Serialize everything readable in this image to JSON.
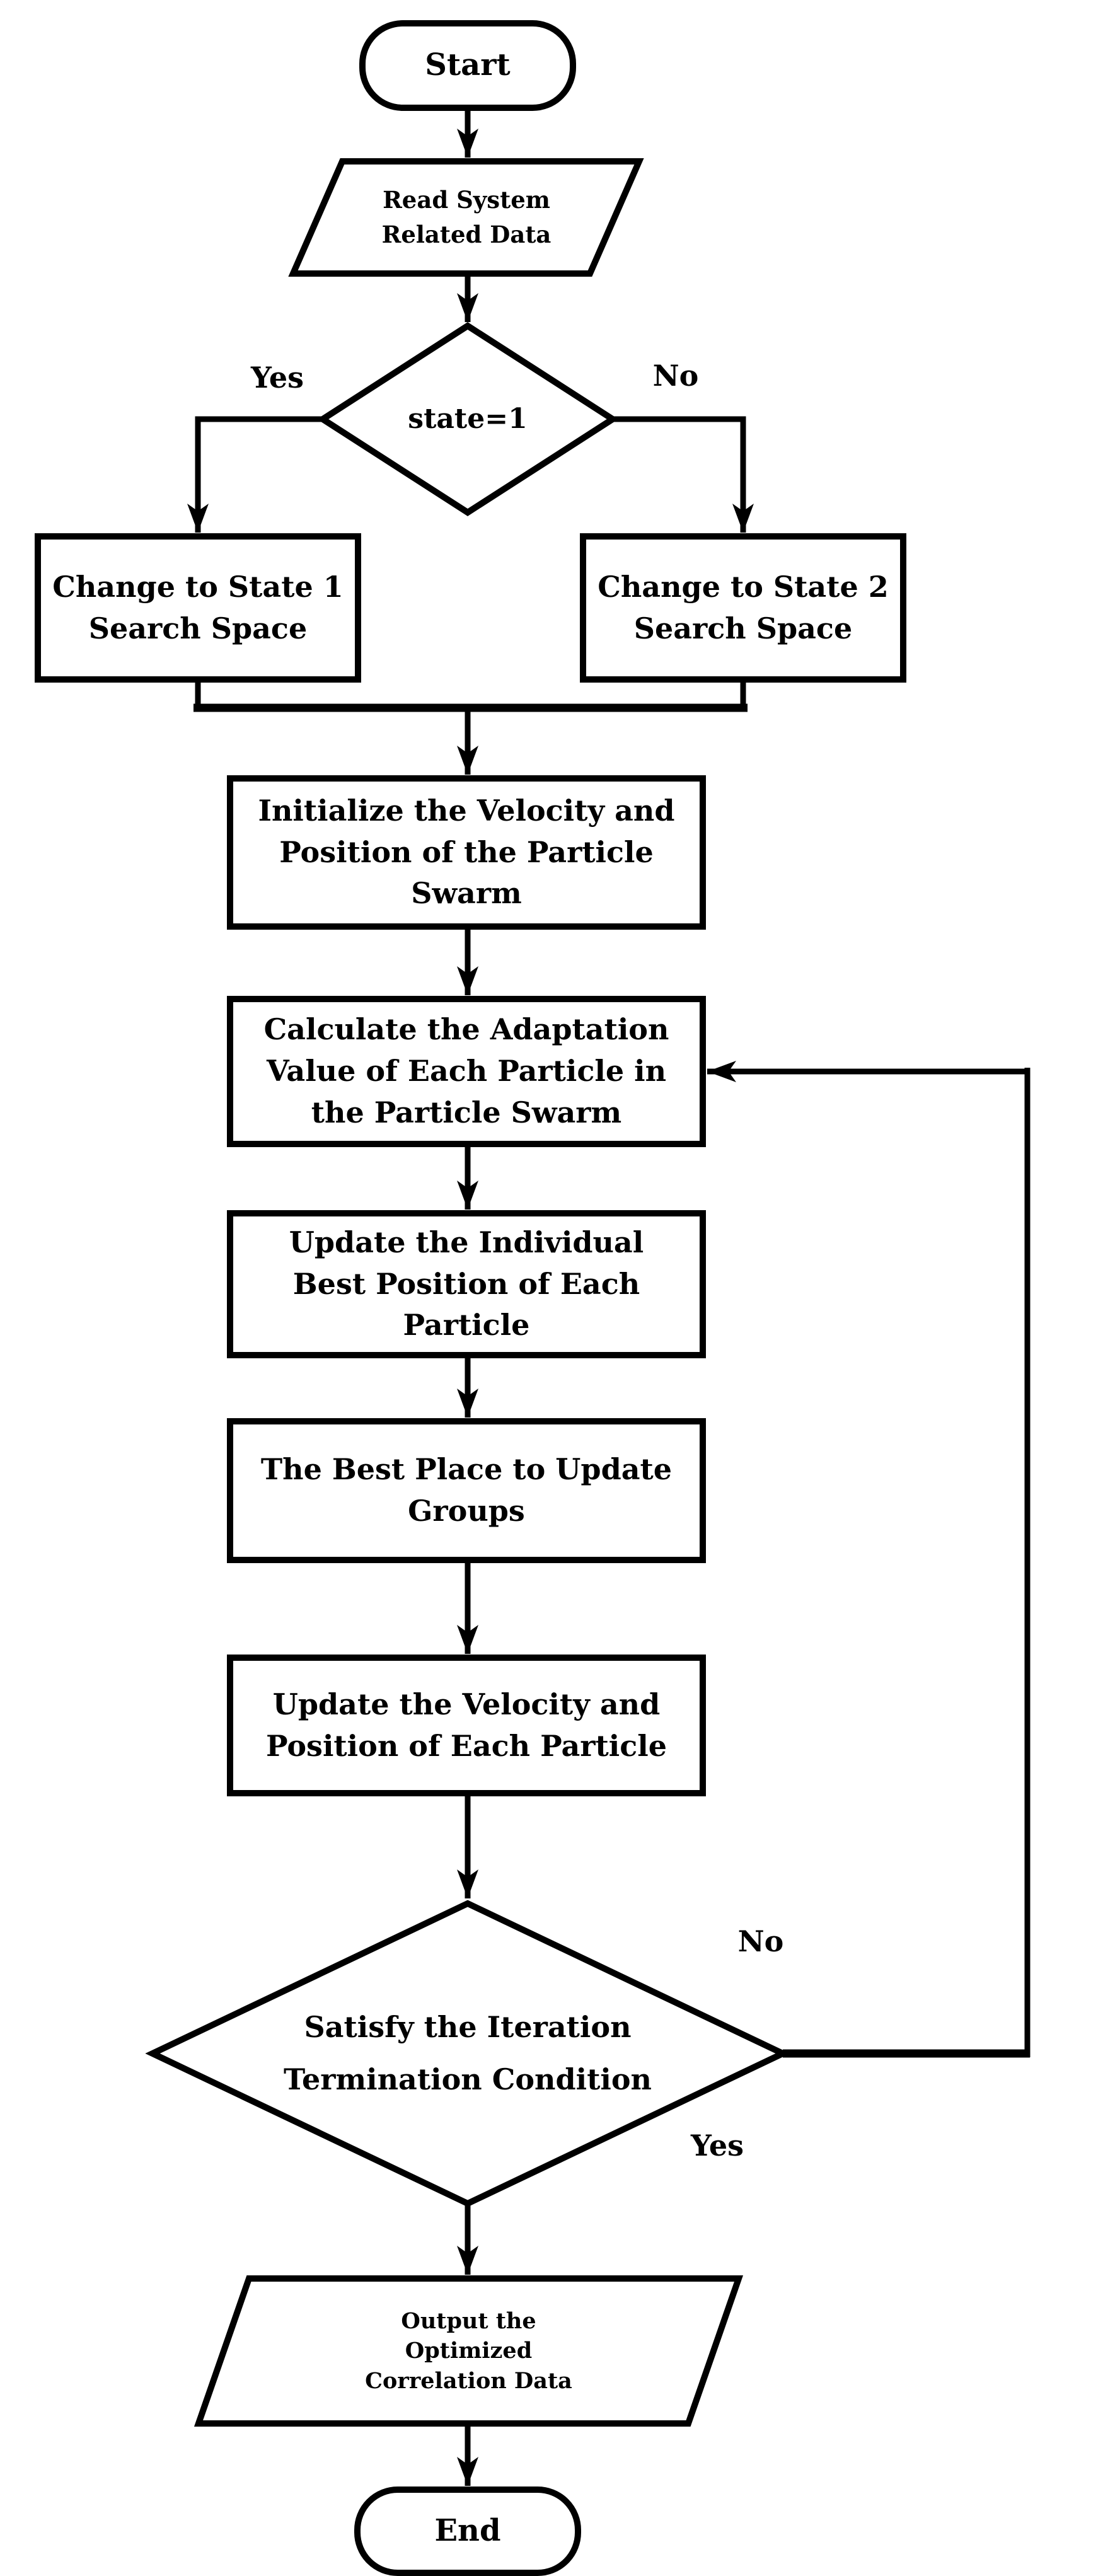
{
  "flowchart": {
    "nodes": {
      "start": "Start",
      "read_data": "Read System\nRelated Data",
      "state_decision": "state=1",
      "state1_box": "Change to State 1\nSearch Space",
      "state2_box": "Change to State 2\nSearch Space",
      "initialize": "Initialize the Velocity and\nPosition of the Particle\nSwarm",
      "calculate": "Calculate the Adaptation\nValue of Each Particle in\nthe Particle Swarm",
      "update_individual": "Update the Individual\nBest Position of Each\nParticle",
      "update_groups": "The Best Place to Update\nGroups",
      "update_velocity": "Update the Velocity and\nPosition of Each Particle",
      "termination": "Satisfy the Iteration\nTermination Condition",
      "output": "Output the\nOptimized\nCorrelation Data",
      "end": "End"
    },
    "edge_labels": {
      "state_yes": "Yes",
      "state_no": "No",
      "termination_no": "No",
      "termination_yes": "Yes"
    },
    "colors": {
      "line": "#000000",
      "background": "#ffffff"
    }
  }
}
